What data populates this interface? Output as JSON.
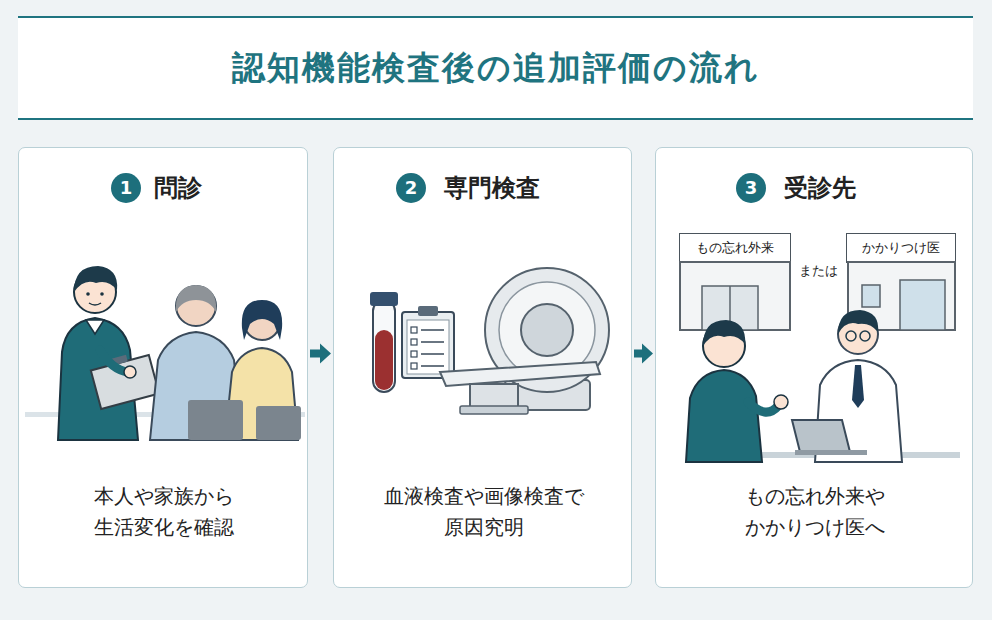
{
  "diagram": {
    "title": "認知機能検査後の追加評価の流れ",
    "nodes": [
      {
        "text": [
          "問診",
          "本人や家族から 生活変化を確認"
        ]
      },
      {
        "text": [
          "1"
        ],
        "in": 0
      },
      {
        "text": [
          "専門検査",
          "血液検査や画像検査で 原因究明"
        ]
      },
      {
        "text": [
          "2"
        ],
        "in": 2
      },
      {
        "text": [
          "受診先",
          "もの忘れ外来や かかりつけ医へ"
        ]
      },
      {
        "text": [
          "3"
        ],
        "in": 4
      },
      {
        "text": [
          "もの忘れ外来"
        ],
        "in": 4
      },
      {
        "text": [
          "かかりつけ医"
        ],
        "in": 4
      }
    ],
    "edges": [
      {
        "from": 0,
        "to": 2,
        "arrow": "to"
      },
      {
        "from": 2,
        "to": 4,
        "arrow": "to"
      }
    ],
    "labels": [
      "または"
    ]
  }
}
